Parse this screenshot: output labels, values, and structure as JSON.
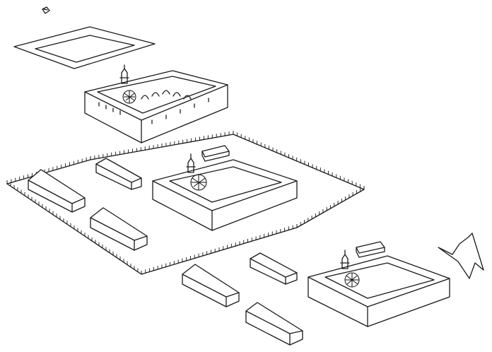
{
  "figure": {
    "description_items": [
      "foundation-platform",
      "first-courtyard-complex",
      "fenced-enclosure",
      "second-courtyard-complex",
      "third-courtyard-complex",
      "direction-arrow"
    ],
    "colors": {
      "ink": "#1a1a1a",
      "paper": "#ffffff"
    }
  }
}
